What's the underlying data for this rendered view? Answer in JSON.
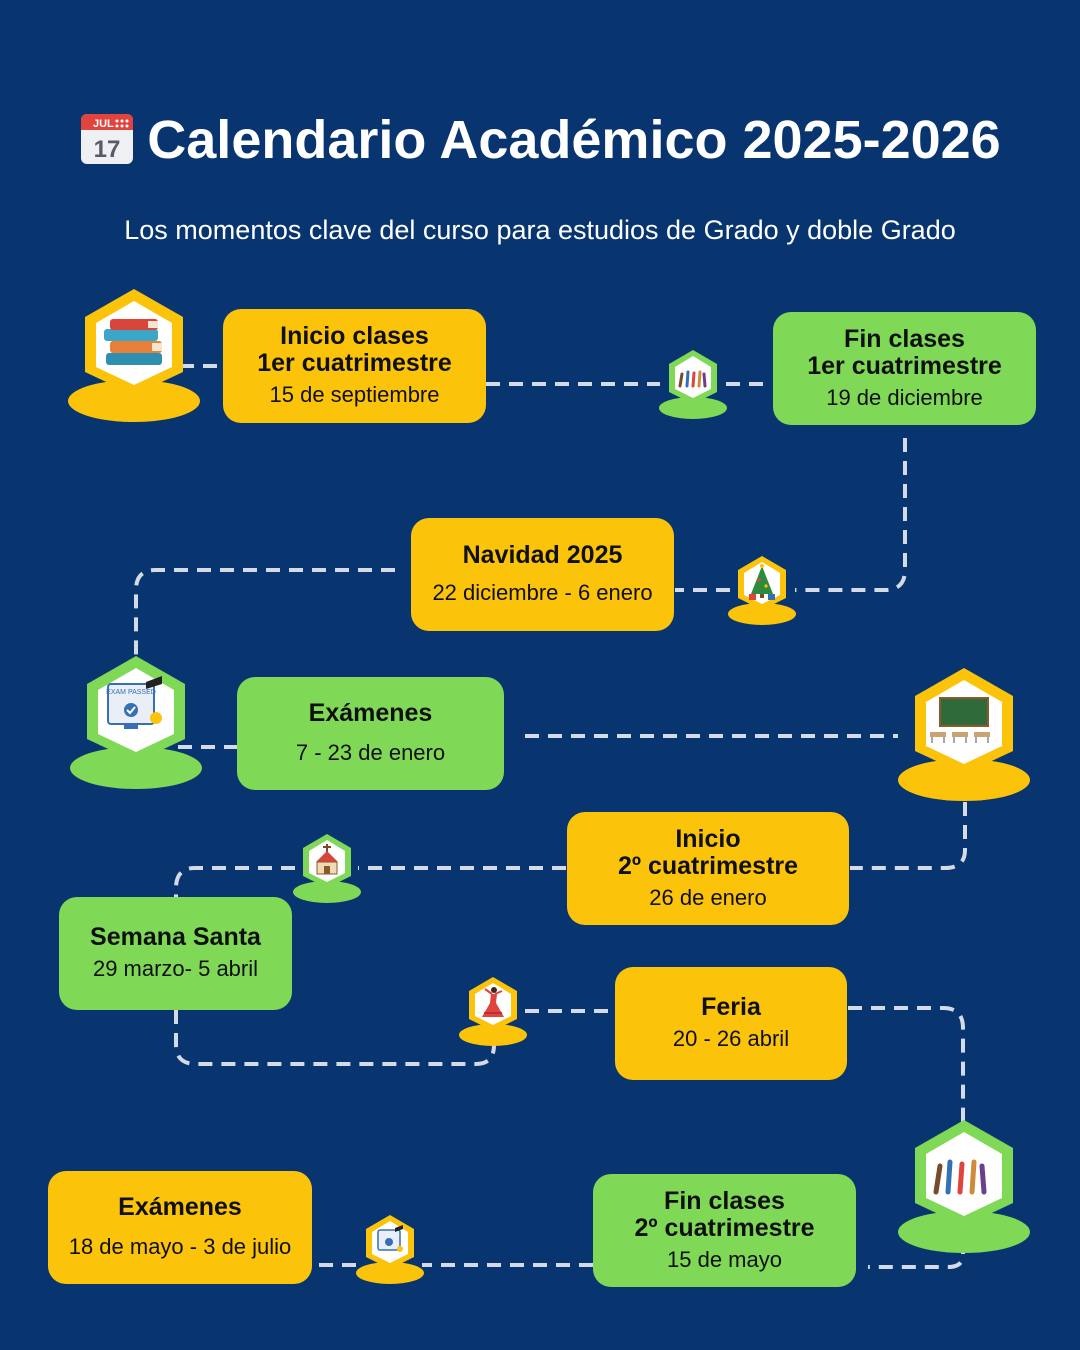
{
  "header": {
    "title": "Calendario Académico 2025-2026",
    "subtitle": "Los momentos clave del curso para estudios de Grado y doble Grado",
    "calendar_icon": {
      "name": "calendar-icon",
      "month": "JUL",
      "day": "17"
    }
  },
  "events": [
    {
      "id": "inicio-1",
      "line1": "Inicio clases",
      "line2": "1er cuatrimestre",
      "date": "15 de septiembre",
      "color": "#fbc40b"
    },
    {
      "id": "fin-1",
      "line1": "Fin clases",
      "line2": "1er cuatrimestre",
      "date": "19 de diciembre",
      "color": "#7fd957"
    },
    {
      "id": "navidad",
      "line1": "Navidad 2025",
      "line2": "",
      "date": "22 diciembre - 6 enero",
      "color": "#fbc40b"
    },
    {
      "id": "examenes-1",
      "line1": "Exámenes",
      "line2": "",
      "date": "7 - 23 de enero",
      "color": "#7fd957"
    },
    {
      "id": "inicio-2",
      "line1": "Inicio",
      "line2": "2º cuatrimestre",
      "date": "26 de enero",
      "color": "#fbc40b"
    },
    {
      "id": "semana-santa",
      "line1": "Semana Santa",
      "line2": "",
      "date": "29 marzo- 5 abril",
      "color": "#7fd957"
    },
    {
      "id": "feria",
      "line1": "Feria",
      "line2": "",
      "date": "20 - 26 abril",
      "color": "#fbc40b"
    },
    {
      "id": "fin-2",
      "line1": "Fin clases",
      "line2": "2º cuatrimestre",
      "date": "15 de mayo",
      "color": "#7fd957"
    },
    {
      "id": "examenes-2",
      "line1": "Exámenes",
      "line2": "",
      "date": "18 de mayo - 3 de julio",
      "color": "#fbc40b"
    }
  ],
  "markers": [
    {
      "icon": "books-icon",
      "color": "#fbc40b"
    },
    {
      "icon": "raised-hands-icon",
      "color": "#7fd957"
    },
    {
      "icon": "christmas-tree-icon",
      "color": "#fbc40b"
    },
    {
      "icon": "exam-passed-icon",
      "color": "#7fd957",
      "label": "EXAM PASSED"
    },
    {
      "icon": "classroom-icon",
      "color": "#fbc40b"
    },
    {
      "icon": "church-icon",
      "color": "#7fd957"
    },
    {
      "icon": "flamenco-dancer-icon",
      "color": "#fbc40b"
    },
    {
      "icon": "raised-hands-icon",
      "color": "#7fd957"
    },
    {
      "icon": "exam-passed-icon",
      "color": "#fbc40b"
    }
  ],
  "colors": {
    "background": "#08356f",
    "yellow": "#fbc40b",
    "green": "#7fd957",
    "path": "#d4dbe6"
  }
}
